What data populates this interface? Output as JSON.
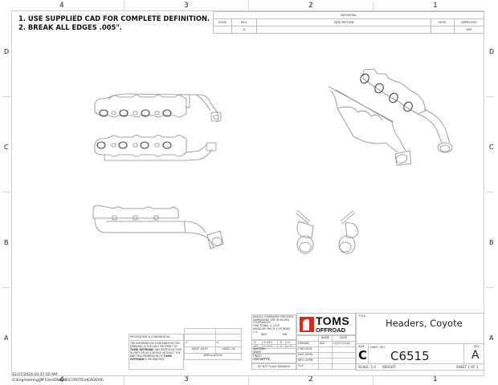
{
  "sheet": {
    "zone_columns_top": [
      "4",
      "3",
      "2",
      "1"
    ],
    "zone_columns_bottom": [
      "4",
      "3",
      "2",
      "1"
    ],
    "zone_rows_left": [
      "D",
      "C",
      "B",
      "A"
    ],
    "zone_rows_right": [
      "D",
      "C",
      "B",
      "A"
    ]
  },
  "notes": [
    "1.  USE SUPPLIED CAD FOR COMPLETE DEFINITION.",
    "2.  BREAK ALL EDGES .005\"."
  ],
  "revisions": {
    "title": "REVISIONS",
    "headers": [
      "ZONE",
      "REV.",
      "DESCRIPTION",
      "DATE",
      "APPROVED"
    ],
    "rows": [
      [
        "",
        "A",
        "-",
        "-",
        "JKM"
      ]
    ]
  },
  "views": [
    {
      "name": "top-view-header-upper"
    },
    {
      "name": "top-view-header-lower"
    },
    {
      "name": "isometric-view"
    },
    {
      "name": "side-view"
    },
    {
      "name": "end-view-left"
    },
    {
      "name": "end-view-right"
    }
  ],
  "title_block": {
    "proprietary_label": "PROPRIETARY & CONFIDENTIAL",
    "proprietary_text_1": "THE INFORMATION CONTAINED IN THIS DRAWING IS THE SOLE PROPERTY OF",
    "proprietary_company_1": "TOMS OFFROAD",
    "proprietary_text_2": ". ANY REPRODUCTION IN PART OR AS A WHOLE WITHOUT THE WRITTEN PERMISSION OF",
    "proprietary_company_2": "TOMS OFFROAD",
    "proprietary_text_3": "IS PROHIBITED.",
    "next_assy_value": "x",
    "used_on_value": "x",
    "next_assy_label": "NEXT ASSY",
    "used_on_label": "USED ON",
    "application_label": "APPLICATION",
    "tolerance_lines": [
      "UNLESS OTHERWISE SPECIFIED:",
      "DIMENSIONS ARE IN INCHES",
      "TOLERANCES:",
      "FRACTIONAL ± 1/16\"",
      "ANGULAR: MACH ±.25  BEND ±.5"
    ],
    "tolerance_table": {
      "headers": [
        "INCH",
        "MM"
      ],
      "rows": [
        [
          ".X",
          "±.040",
          ".X",
          "±1"
        ],
        [
          ".XX",
          "±.020",
          ".X",
          "±.5"
        ],
        [
          ".XXX",
          "±.005",
          ".XX",
          "±.13"
        ]
      ]
    },
    "material_label": "MATERIAL",
    "material_value": "steel",
    "finish_label": "FINISH",
    "finish_value": "ceramic",
    "do_not_scale": "DO NOT SCALE DRAWING",
    "name_header": "NAME",
    "date_header": "DATE",
    "approvals": [
      {
        "role": "DRAWN",
        "name": "JKM",
        "date": "12/27/2024"
      },
      {
        "role": "CHECKED",
        "name": "",
        "date": ""
      },
      {
        "role": "ENG APPR.",
        "name": "",
        "date": ""
      },
      {
        "role": "MFG APPR.",
        "name": "",
        "date": ""
      },
      {
        "role": "Q.A.",
        "name": "",
        "date": ""
      }
    ],
    "logo_line1": "TOMS",
    "logo_line2": "OFFROAD",
    "logo_color": "#e2231a",
    "title_label": "TITLE:",
    "title_value": "Headers, Coyote",
    "size_label": "SIZE",
    "size_value": "C",
    "dwg_no_label": "DWG.  NO.",
    "dwg_no_value": "C6515",
    "rev_label": "REV",
    "rev_value": "A",
    "scale_text": "SCALE: 1:4",
    "weight_text": "WEIGHT:",
    "sheet_text": "SHEET 1 OF 1"
  },
  "footer": {
    "timestamp": "12/27/2024 10:37:50 AM",
    "path": "S:\\Engineering\\JM Files\\ENGINE\\COYOTE\\HEADERS\\"
  }
}
